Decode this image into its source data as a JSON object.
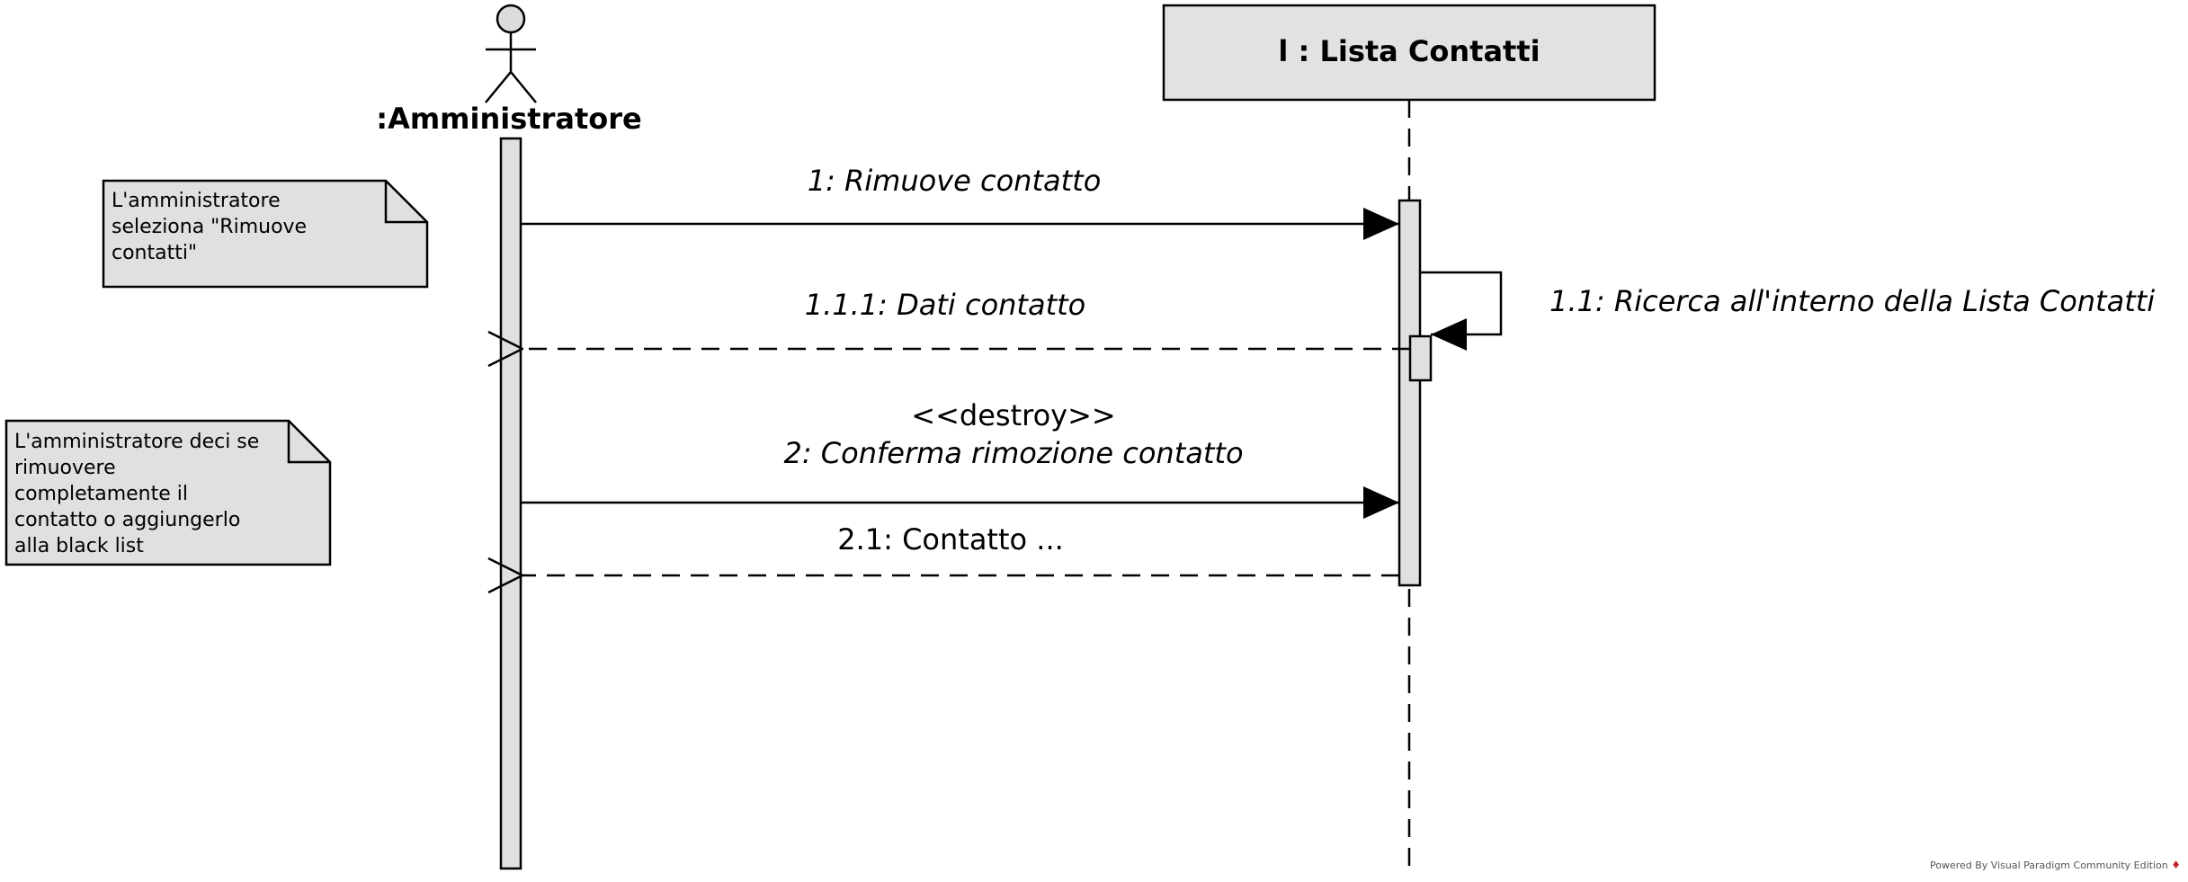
{
  "lifelines": {
    "actor": {
      "label": ":Amministratore"
    },
    "object": {
      "label": "l : Lista Contatti"
    }
  },
  "messages": {
    "m1": {
      "label": "1: Rimuove contatto"
    },
    "m11": {
      "label": "1.1: Ricerca all'interno della Lista Contatti"
    },
    "m111": {
      "label": "1.1.1: Dati contatto"
    },
    "m2_stereotype": {
      "label": "<<destroy>>"
    },
    "m2": {
      "label": "2: Conferma rimozione contatto"
    },
    "m21": {
      "label": "2.1: Contatto ..."
    }
  },
  "notes": {
    "note1": {
      "lines": [
        "L'amministratore",
        "seleziona \"Rimuove",
        "contatti\""
      ]
    },
    "note2": {
      "lines": [
        "L'amministratore deci se",
        "rimuovere",
        "completamente il",
        "contatto o aggiungerlo",
        "alla black list"
      ]
    }
  },
  "footer": {
    "text": "Powered By Visual Paradigm Community Edition",
    "icon": "visual-paradigm-logo-icon"
  }
}
